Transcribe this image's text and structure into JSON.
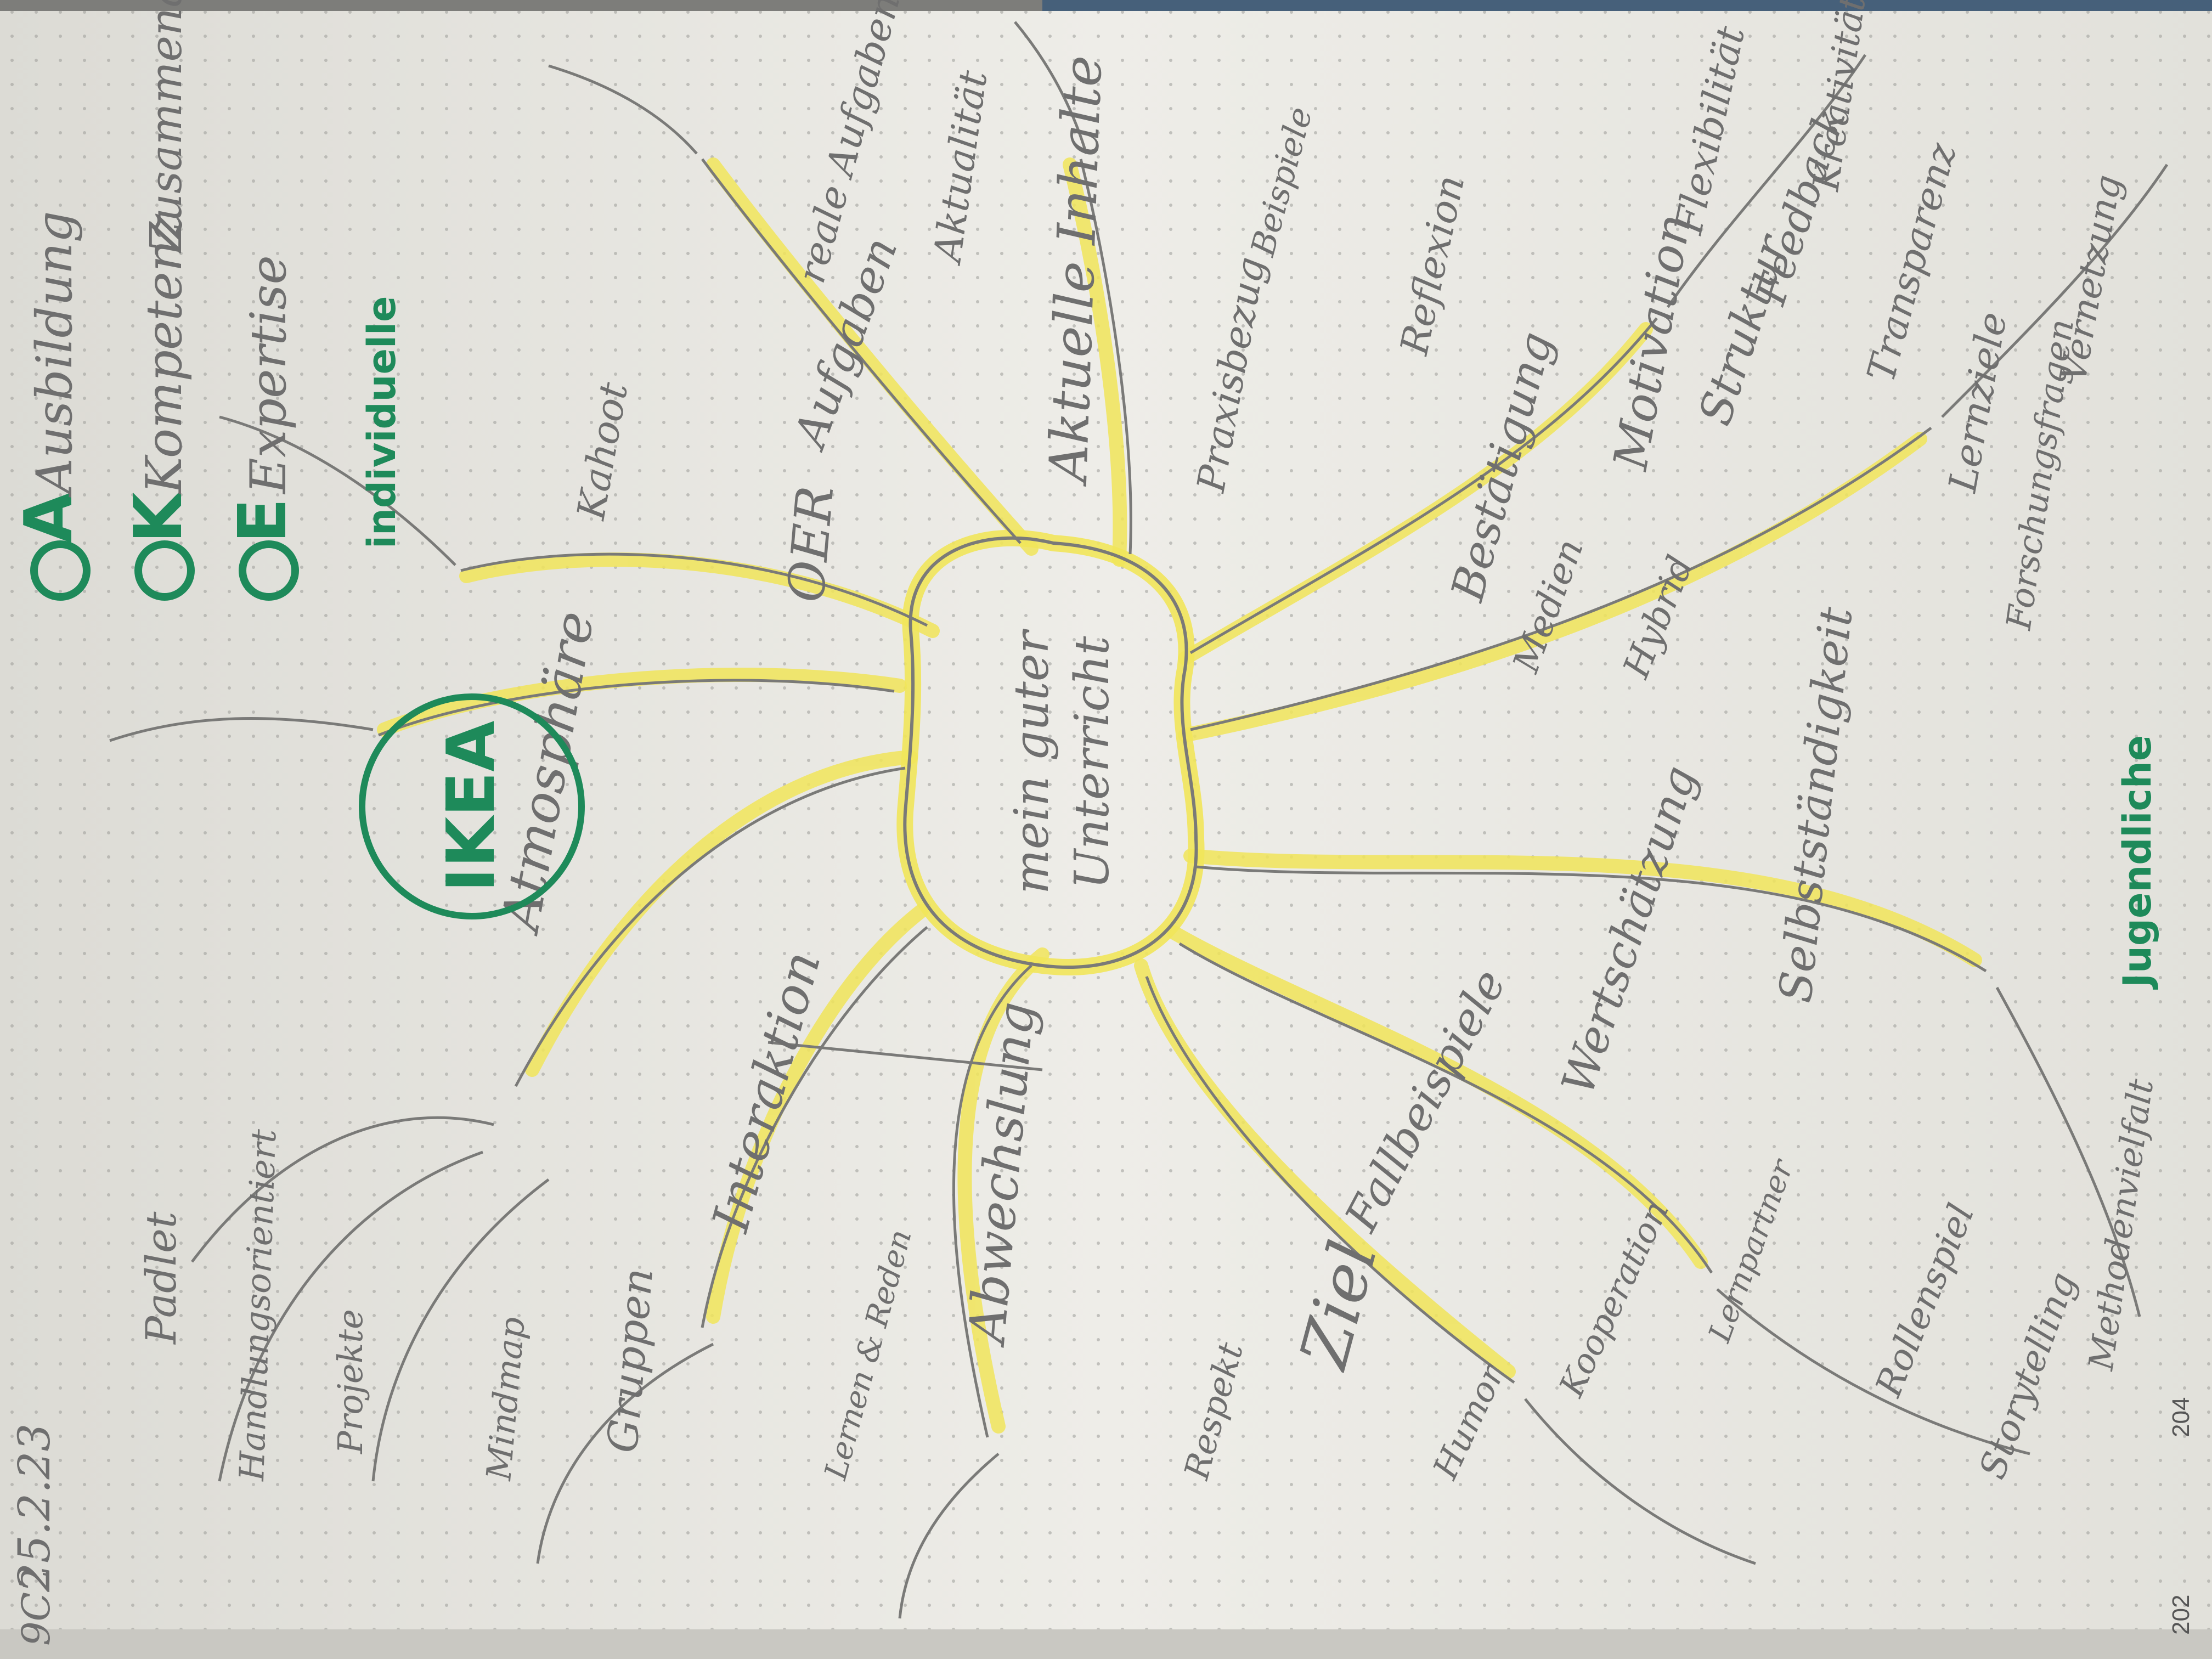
{
  "colors": {
    "paper": "#ecebe6",
    "dots": "#9c9c98",
    "pencil": "#7a7a78",
    "highlighter": "#f1e55a",
    "green": "#1e8a5a",
    "binding": "#46607a"
  },
  "date": "25.2.23",
  "corner_note": "9C2",
  "ikea_logo": "IKEA",
  "kea_acronym": {
    "items": [
      {
        "letter": "A",
        "word": "Ausbildung"
      },
      {
        "letter": "K",
        "word": "Kompetenz"
      },
      {
        "letter": "E",
        "word": "Expertise"
      }
    ],
    "kompetenz_extra": "Zusammenarbeit"
  },
  "green_notes": [
    "individuelle",
    "Jugendliche"
  ],
  "center": {
    "line1": "mein guter",
    "line2": "Unterricht"
  },
  "branches": [
    "Atmosphäre",
    "Interaktion",
    "Abwechslung",
    "Fallbeispiele",
    "Wertschätzung",
    "Selbstständigkeit",
    "Ziel",
    "Aktuelle Inhalte",
    "Aufgaben",
    "Bestätigung",
    "Motivation"
  ],
  "sub_notes": [
    "Padlet",
    "Handlungsorientiert",
    "Gruppen",
    "Projekte",
    "Mindmap",
    "Kahoot",
    "OER",
    "reale Aufgaben",
    "Aktualität",
    "Praxisbezug",
    "Beispiele",
    "Reflexion",
    "Medien",
    "Hybrid",
    "Struktur",
    "Feedback",
    "Transparenz",
    "Lernziele",
    "Forschungsfragen",
    "Vernetzung",
    "Flexibilität",
    "Kreativität",
    "Rollenspiel",
    "Storytelling",
    "Lernen & Reden",
    "Humor",
    "Kooperation",
    "Lernpartner",
    "Respekt",
    "Methodenvielfalt"
  ],
  "page_numbers": [
    "202",
    "204"
  ]
}
